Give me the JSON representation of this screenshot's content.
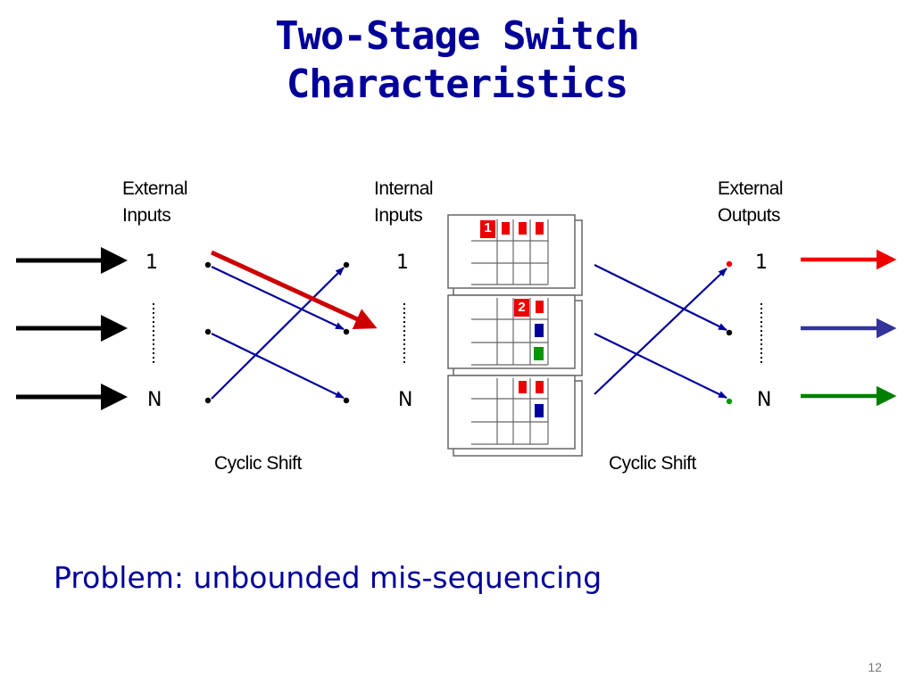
{
  "title": {
    "line1": "Two-Stage Switch",
    "line2": "Characteristics"
  },
  "labels": {
    "external_inputs": "External Inputs",
    "internal_inputs": "Internal Inputs",
    "external_outputs": "External Outputs",
    "cyclic_shift_left": "Cyclic Shift",
    "cyclic_shift_right": "Cyclic Shift"
  },
  "ports": {
    "input_first": "1",
    "input_last": "N",
    "internal_first": "1",
    "internal_last": "N",
    "output_first": "1",
    "output_last": "N"
  },
  "buffers": {
    "cell_1_label": "1",
    "cell_2_label": "2"
  },
  "colors": {
    "title": "#000099",
    "wire": "#000099",
    "red": "#ee0000",
    "blue": "#000099",
    "green": "#009900",
    "dark_red": "#cc0000",
    "output_blue": "#333399",
    "output_green": "#008000"
  },
  "problem": "Problem: unbounded mis-sequencing",
  "page_number": "12"
}
